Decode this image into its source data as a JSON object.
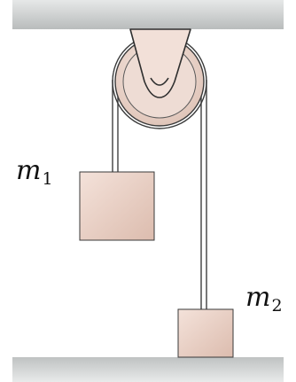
{
  "labels": {
    "m1": {
      "symbol": "m",
      "subscript": "1"
    },
    "m2": {
      "symbol": "m",
      "subscript": "2"
    }
  },
  "colors": {
    "ceiling": "#c9cbcb",
    "floor": "#cfd1d1",
    "pulley_bracket": "#f0ddd6",
    "pulley_wheel": "#e9d3ca",
    "rope": "#4a4a4a",
    "block": "#ead1c6",
    "outline": "#333333"
  }
}
